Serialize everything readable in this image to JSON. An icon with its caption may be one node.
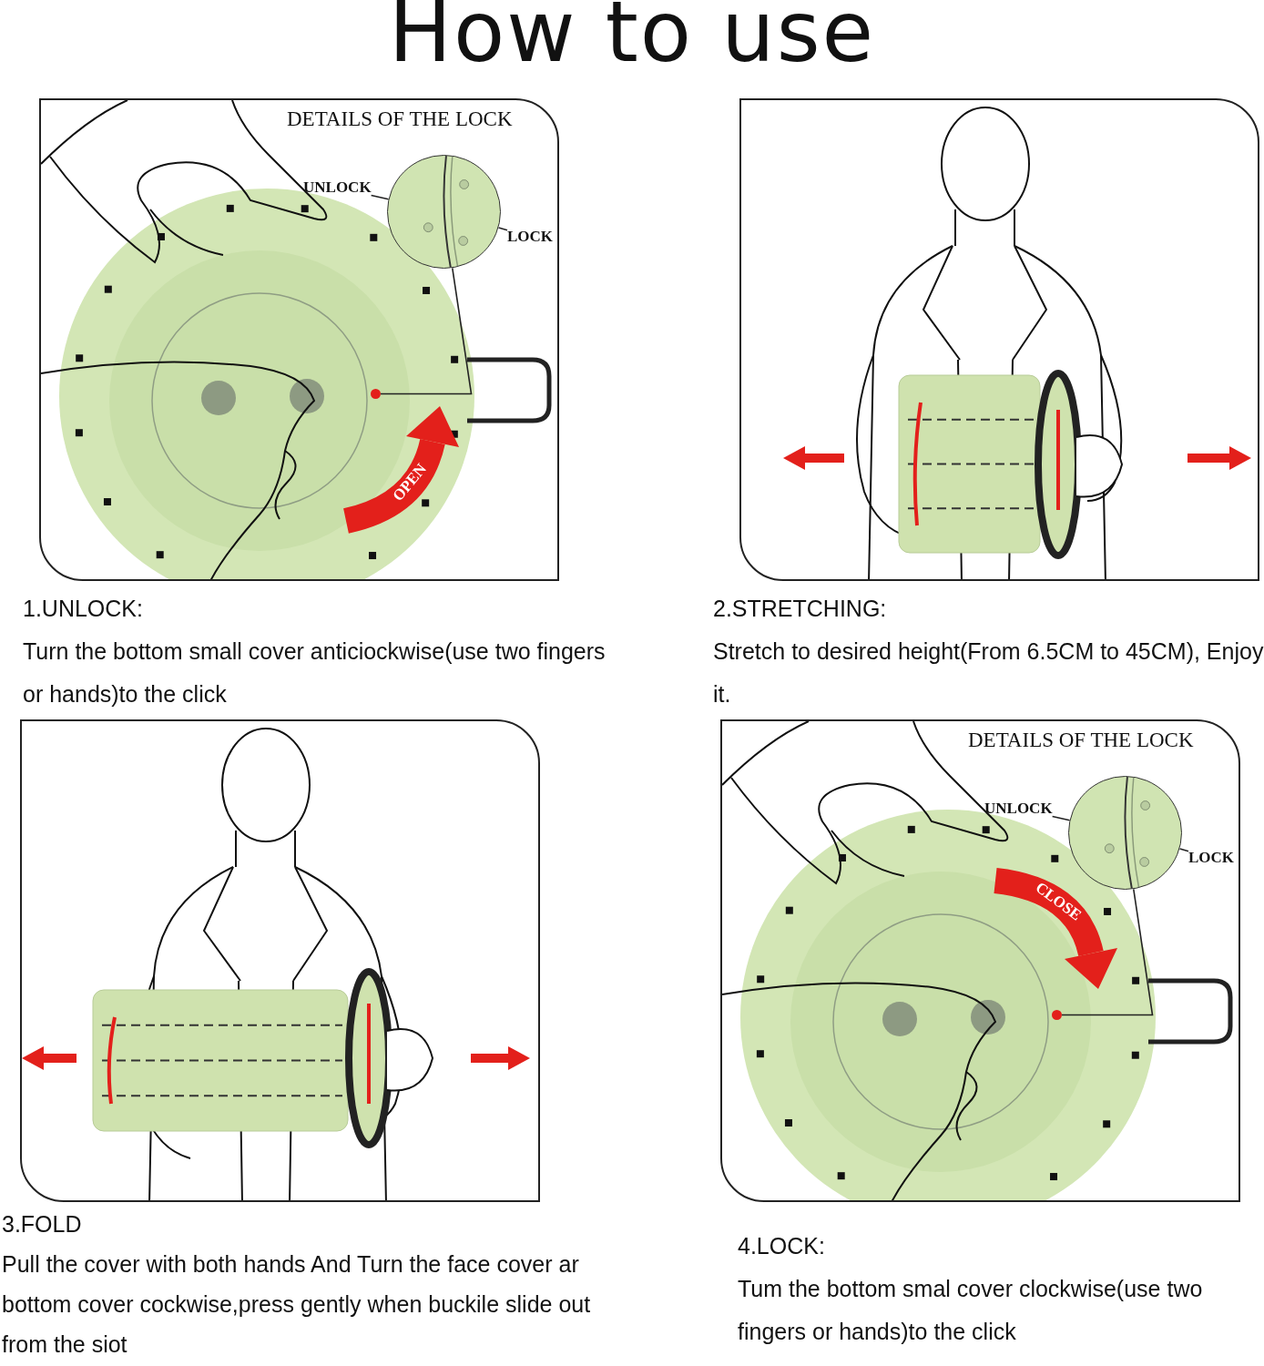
{
  "diagram": {
    "title": "How to use",
    "nodes": [
      {
        "text": [
          "DETAILS OF THE LOCK"
        ],
        "beside": [
          "1.UNLOCK:",
          "Turn the bottom small cover anticiockwise(use two fingers or hands)to the click"
        ]
      },
      {
        "text": [],
        "shape": "circle",
        "in": 0
      },
      {
        "text": [
          "UNLOCK"
        ],
        "in": 0
      },
      {
        "text": [
          "LOCK"
        ],
        "in": 0
      },
      {
        "text": [],
        "shape": "circle",
        "in": 0
      },
      {
        "text": [],
        "shape": "picture",
        "beside": [
          "2.STRETCHING:",
          "Stretch to desired height(From 6.5CM to 45CM), Enjoy it."
        ]
      },
      {
        "text": [],
        "shape": "picture",
        "beside": [
          "3.FOLD",
          "Pull the cover with both hands And Turn the face cover ar bottom cover cockwise,press gently when buckile slide out from the siot"
        ]
      },
      {
        "text": [
          "DETAILS OF THE LOCK"
        ],
        "beside": [
          "4.LOCK:",
          "Tum the bottom smal cover clockwise(use two fingers or hands)to the click"
        ]
      },
      {
        "text": [],
        "shape": "circle",
        "in": 7
      },
      {
        "text": [
          "UNLOCK"
        ],
        "in": 7
      },
      {
        "text": [
          "LOCK"
        ],
        "in": 7
      },
      {
        "text": [],
        "shape": "circle",
        "in": 7
      }
    ],
    "edges": [
      {
        "from": 2,
        "to": 1,
        "arrow": "none"
      },
      {
        "from": 3,
        "to": 1,
        "arrow": "none"
      },
      {
        "from": 1,
        "to": 4,
        "arrow": "none"
      },
      {
        "from": 9,
        "to": 8,
        "arrow": "none"
      },
      {
        "from": 10,
        "to": 8,
        "arrow": "none"
      },
      {
        "from": 8,
        "to": 11,
        "arrow": "none"
      }
    ],
    "labels": [
      "OPEN",
      "CLOSE"
    ]
  }
}
